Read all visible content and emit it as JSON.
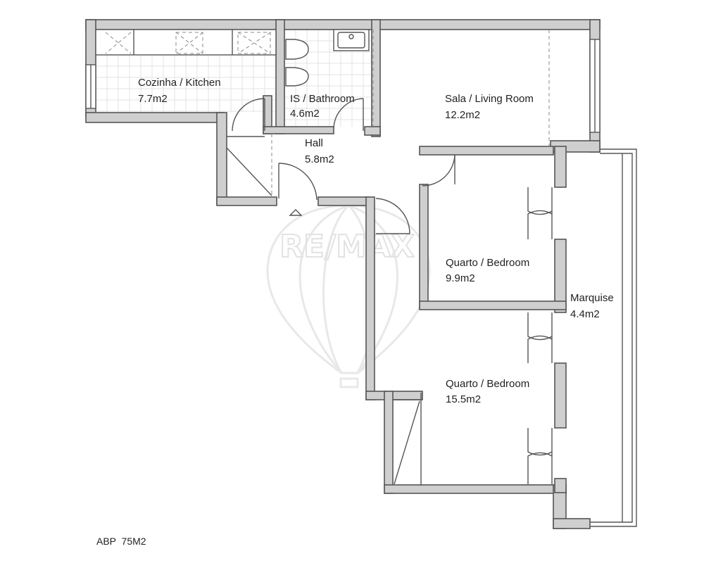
{
  "plan": {
    "rooms": [
      {
        "key": "kitchen",
        "name": "Cozinha / Kitchen",
        "area": "7.7m2"
      },
      {
        "key": "bathroom",
        "name": "IS / Bathroom",
        "area": "4.6m2"
      },
      {
        "key": "living",
        "name": "Sala / Living Room",
        "area": "12.2m2"
      },
      {
        "key": "hall",
        "name": "Hall",
        "area": "5.8m2"
      },
      {
        "key": "bedroom1",
        "name": "Quarto / Bedroom",
        "area": "9.9m2"
      },
      {
        "key": "bedroom2",
        "name": "Quarto / Bedroom",
        "area": "15.5m2"
      },
      {
        "key": "marquise",
        "name": "Marquise",
        "area": "4.4m2"
      }
    ],
    "total_area": "ABP  75M2",
    "watermark": "RE/MAX",
    "colors": {
      "wall_fill": "#cfcfcf",
      "wall_line": "#555555",
      "tile_grid": "#e3e3e3",
      "watermark": "#e2e2e2"
    }
  }
}
